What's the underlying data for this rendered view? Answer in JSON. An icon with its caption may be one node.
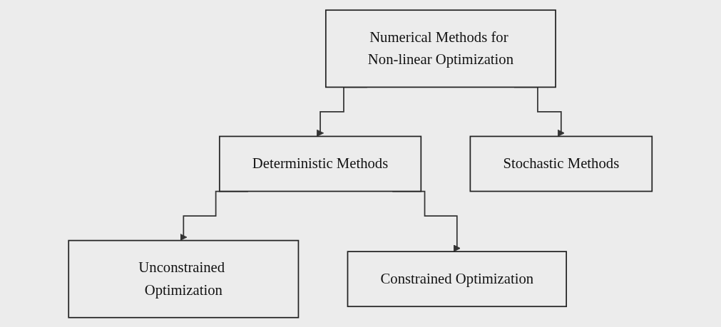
{
  "diagram": {
    "nodes": [
      {
        "text": [
          "Numerical Methods for Non-linear Optimization"
        ]
      },
      {
        "text": [
          "Deterministic Methods"
        ]
      },
      {
        "text": [
          "Stochastic Methods"
        ]
      },
      {
        "text": [
          "Unconstrained Optimization"
        ]
      },
      {
        "text": [
          "Constrained Optimization"
        ]
      }
    ],
    "edges": [
      {
        "from": 0,
        "to": 1,
        "arrow": "to"
      },
      {
        "from": 0,
        "to": 2,
        "arrow": "to"
      },
      {
        "from": 1,
        "to": 3,
        "arrow": "to"
      },
      {
        "from": 1,
        "to": 4,
        "arrow": "to"
      }
    ]
  }
}
